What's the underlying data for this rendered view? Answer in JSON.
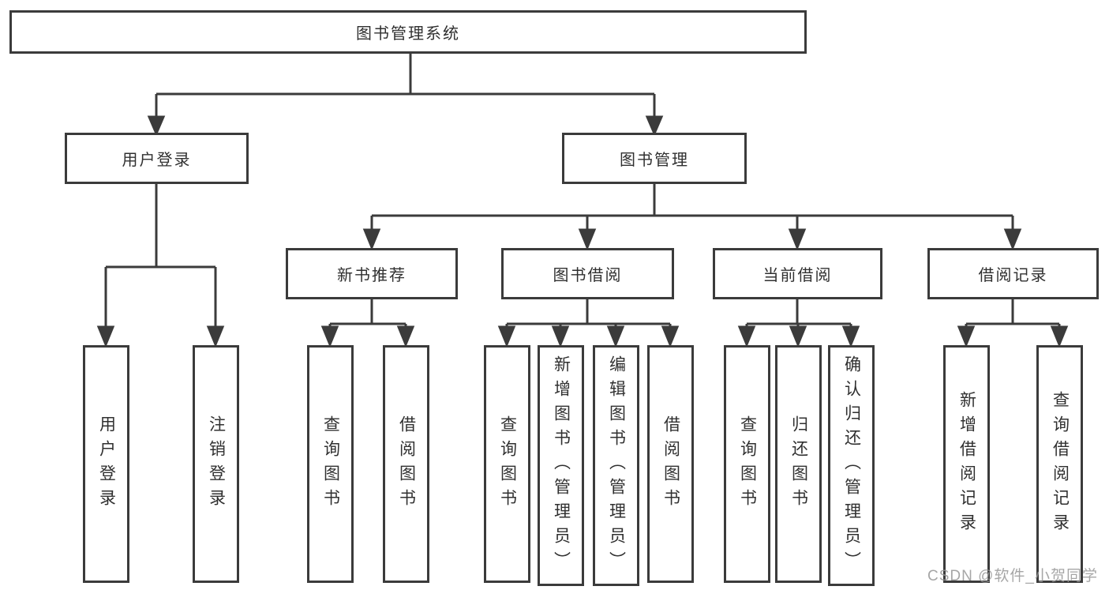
{
  "colors": {
    "line": "#3b3b3b",
    "box_border": "#3b3b3b",
    "text": "#303030",
    "watermark": "#969696",
    "background": "#ffffff"
  },
  "watermark": {
    "text": "CSDN @软件_小贺同学"
  },
  "tree": {
    "root": {
      "label": "图书管理系统"
    },
    "branches": [
      {
        "label": "用户登录",
        "children": [
          {
            "label": "用户登录"
          },
          {
            "label": "注销登录"
          }
        ]
      },
      {
        "label": "图书管理",
        "children": [
          {
            "label": "新书推荐",
            "children": [
              {
                "label": "查询图书"
              },
              {
                "label": "借阅图书"
              }
            ]
          },
          {
            "label": "图书借阅",
            "children": [
              {
                "label": "查询图书"
              },
              {
                "label": "新增图书（管理员）"
              },
              {
                "label": "编辑图书（管理员）"
              },
              {
                "label": "借阅图书"
              }
            ]
          },
          {
            "label": "当前借阅",
            "children": [
              {
                "label": "查询图书"
              },
              {
                "label": "归还图书"
              },
              {
                "label": "确认归还（管理员）"
              }
            ]
          },
          {
            "label": "借阅记录",
            "children": [
              {
                "label": "新增借阅记录"
              },
              {
                "label": "查询借阅记录"
              }
            ]
          }
        ]
      }
    ]
  }
}
